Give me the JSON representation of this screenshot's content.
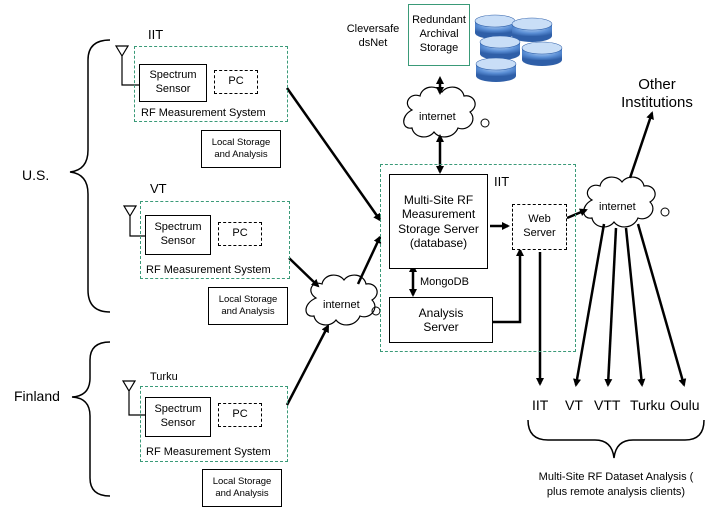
{
  "regions": {
    "us": "U.S.",
    "finland": "Finland"
  },
  "sites": {
    "iit": {
      "name": "IIT",
      "sensor": "Spectrum Sensor",
      "pc": "PC",
      "system": "RF Measurement System",
      "local": "Local Storage and Analysis"
    },
    "vt": {
      "name": "VT",
      "sensor": "Spectrum Sensor",
      "pc": "PC",
      "system": "RF Measurement System",
      "local": "Local Storage and Analysis"
    },
    "turku": {
      "name": "Turku",
      "sensor": "Spectrum Sensor",
      "pc": "PC",
      "system": "RF Measurement System",
      "local": "Local Storage and Analysis"
    }
  },
  "archive": {
    "vendor": "Cleversafe dsNet",
    "label": "Redundant Archival Storage"
  },
  "internet_label": "internet",
  "central": {
    "name": "IIT",
    "storage_server": "Multi-Site RF Measurement Storage Server (database)",
    "db_label": "MongoDB",
    "web_server": "Web Server",
    "analysis_server": "Analysis Server"
  },
  "other_institutions": "Other Institutions",
  "clients": [
    "IIT",
    "VT",
    "VTT",
    "Turku",
    "Oulu"
  ],
  "clients_caption": "Multi-Site RF Dataset Analysis ( plus remote analysis clients)",
  "colors": {
    "dashed_border": "#3a9a78",
    "disk_blue": "#5b8fd6"
  }
}
